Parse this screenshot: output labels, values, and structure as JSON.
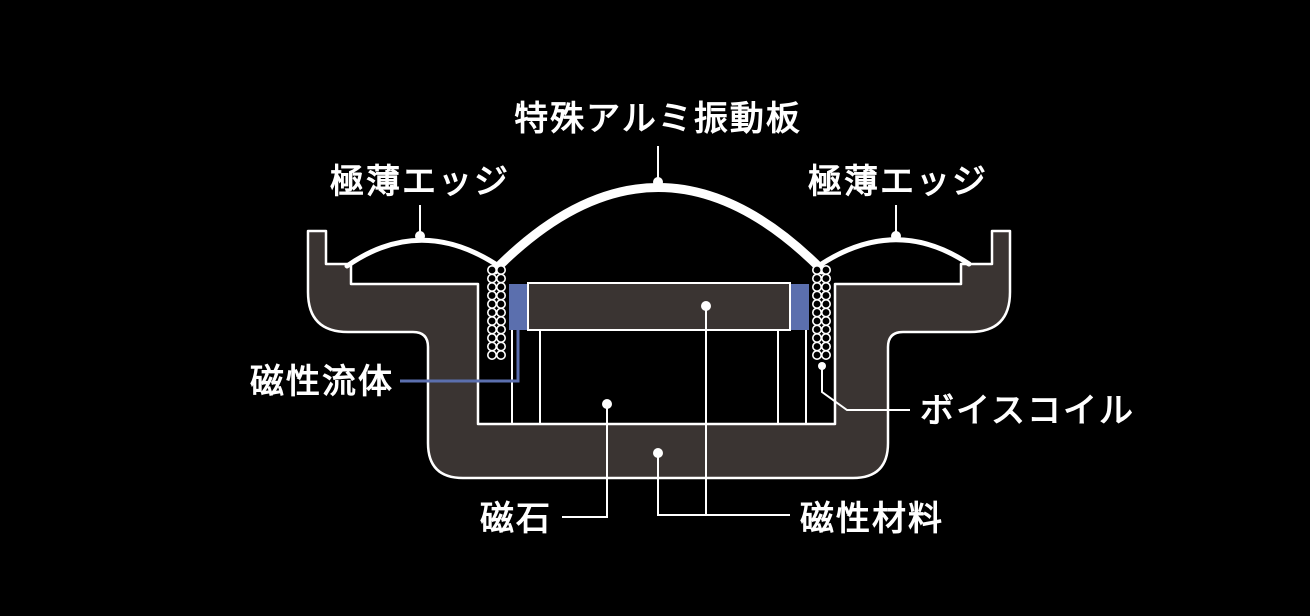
{
  "diagram": {
    "labels": {
      "diaphragm": "特殊アルミ振動板",
      "edge_left": "極薄エッジ",
      "edge_right": "極薄エッジ",
      "magnetic_fluid": "磁性流体",
      "voice_coil": "ボイスコイル",
      "magnet": "磁石",
      "magnetic_material": "磁性材料"
    },
    "colors": {
      "background": "#000000",
      "body_fill": "#3a3432",
      "outline": "#ffffff",
      "magnetic_fluid": "#5b6fae"
    }
  }
}
